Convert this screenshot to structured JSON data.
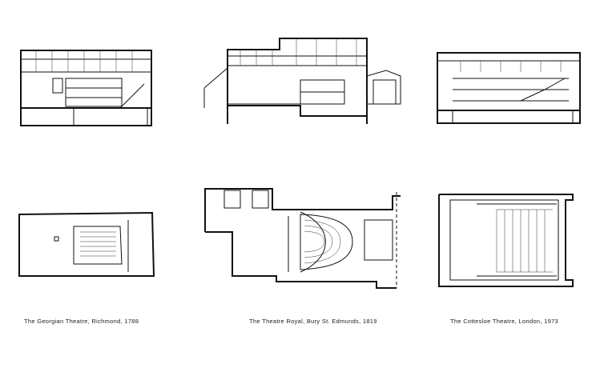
{
  "captions": [
    "The Georgian Theatre, Richmond, 1788",
    "The Theatre Royal, Bury St. Edmunds, 1819",
    "The Cottesloe Theatre, London, 1973"
  ]
}
